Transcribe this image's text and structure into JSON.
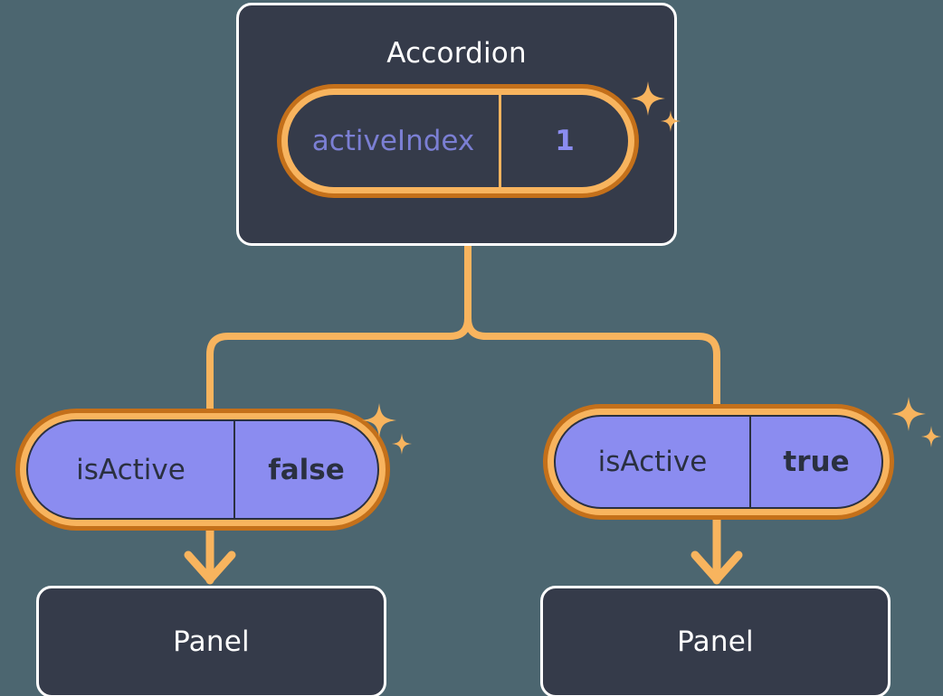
{
  "theme": {
    "background": "#4c6670",
    "node_fill": "#353b4a",
    "node_border": "#ffffff",
    "accent_amber": "#f8b45e",
    "accent_amber_dark": "#c4701a",
    "state_fill": "#8b8cf0",
    "state_text": "#2a3040",
    "key_text_dark_pill": "#7b7fd4",
    "value_text_dark_pill": "#8b8cf0"
  },
  "diagram": {
    "type": "component-state-tree",
    "root": {
      "name": "accordion-node",
      "title": "Accordion",
      "state": {
        "key": "activeIndex",
        "value": "1"
      }
    },
    "children": [
      {
        "name": "branch-left",
        "state": {
          "key": "isActive",
          "value": "false"
        },
        "panel": {
          "title": "Panel"
        }
      },
      {
        "name": "branch-right",
        "state": {
          "key": "isActive",
          "value": "true"
        },
        "panel": {
          "title": "Panel"
        }
      }
    ],
    "icons": {
      "sparkle": "sparkle-icon",
      "arrow": "arrow-down-icon"
    }
  }
}
